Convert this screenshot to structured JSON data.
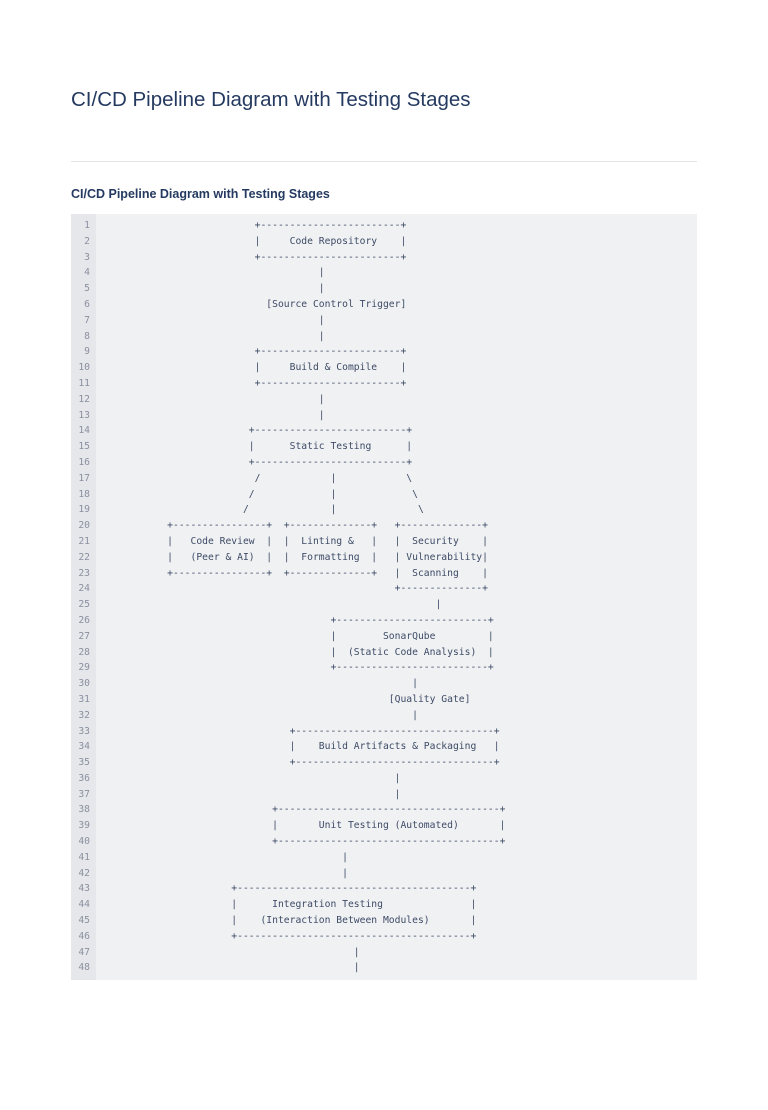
{
  "page": {
    "title": "CI/CD Pipeline Diagram with Testing Stages",
    "section_heading": "CI/CD Pipeline Diagram with Testing Stages"
  },
  "colors": {
    "heading": "#253a60",
    "code_text": "#3d4b66",
    "code_bg": "#f0f1f3",
    "gutter_bg": "#e6e7ea",
    "line_number": "#8a90a0",
    "divider": "#e4e4e6"
  },
  "code": {
    "lines": [
      "                          +------------------------+",
      "                          |     Code Repository    |",
      "                          +------------------------+",
      "                                     |",
      "                                     |",
      "                            [Source Control Trigger]",
      "                                     |",
      "                                     |",
      "                          +------------------------+",
      "                          |     Build & Compile    |",
      "                          +------------------------+",
      "                                     |",
      "                                     |",
      "                         +--------------------------+",
      "                         |      Static Testing      |",
      "                         +--------------------------+",
      "                          /            |            \\",
      "                         /             |             \\",
      "                        /              |              \\",
      "           +----------------+  +--------------+   +--------------+",
      "           |   Code Review  |  |  Linting &   |   |  Security    |",
      "           |   (Peer & AI)  |  |  Formatting  |   | Vulnerability|",
      "           +----------------+  +--------------+   |  Scanning    |",
      "                                                  +--------------+",
      "                                                         |",
      "                                       +--------------------------+",
      "                                       |        SonarQube         |",
      "                                       |  (Static Code Analysis)  |",
      "                                       +--------------------------+",
      "                                                     |",
      "                                                 [Quality Gate]",
      "                                                     |",
      "                                +----------------------------------+",
      "                                |    Build Artifacts & Packaging   |",
      "                                +----------------------------------+",
      "                                                  |",
      "                                                  |",
      "                             +--------------------------------------+",
      "                             |       Unit Testing (Automated)       |",
      "                             +--------------------------------------+",
      "                                         |",
      "                                         |",
      "                      +----------------------------------------+",
      "                      |      Integration Testing               |",
      "                      |    (Interaction Between Modules)       |",
      "                      +----------------------------------------+",
      "                                           |",
      "                                           |"
    ]
  }
}
